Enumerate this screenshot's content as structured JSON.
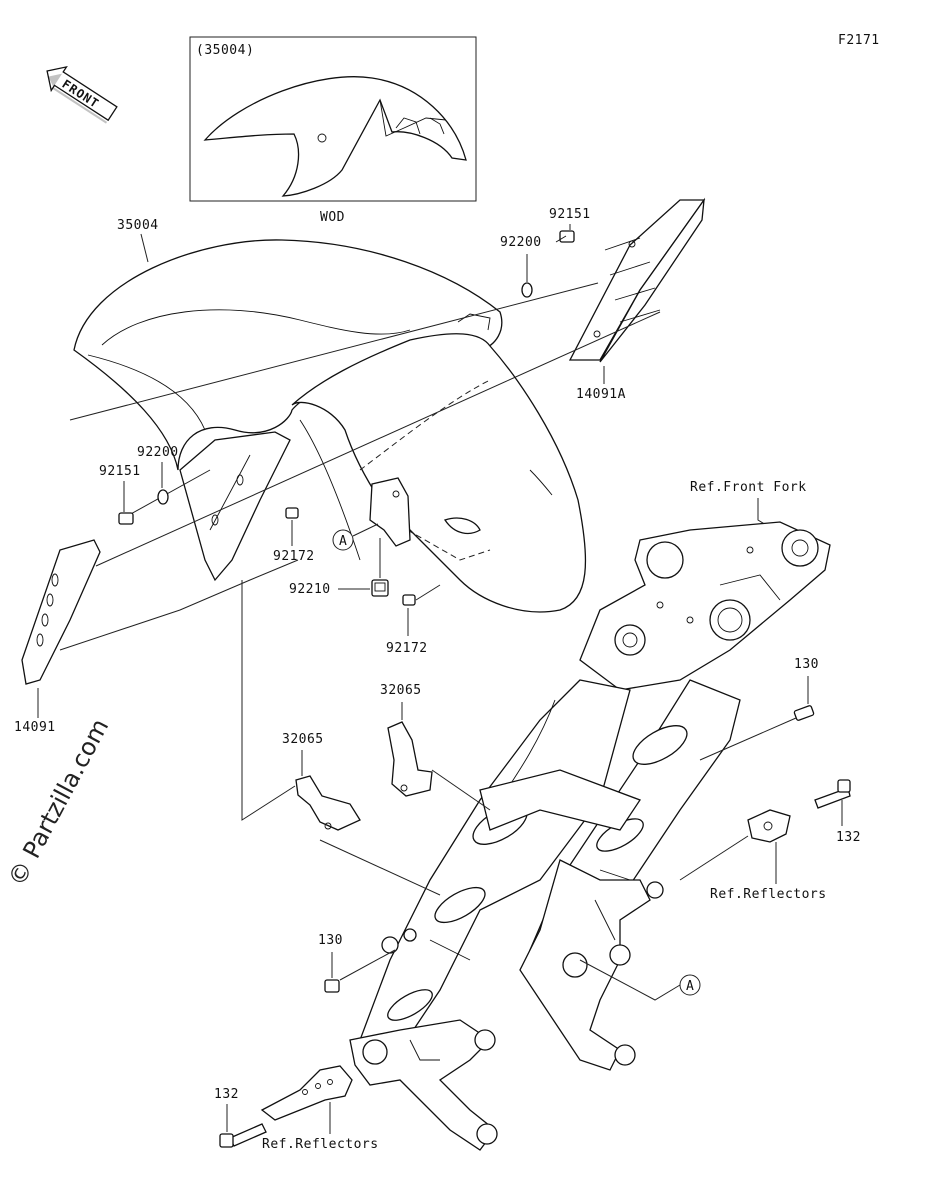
{
  "diagram_id": "F2171",
  "front_label": "FRONT",
  "watermark": "© Partzilla.com",
  "inset": {
    "part_no": "(35004)",
    "variant_label": "WOD"
  },
  "callouts": {
    "fender": "35004",
    "bolt_top": "92151",
    "washer_top": "92200",
    "cover_right": "14091A",
    "washer_left": "92200",
    "bolt_left": "92151",
    "bolt_center_left": "92172",
    "nut_plate": "92210",
    "bolt_center_lower": "92172",
    "cover_left": "14091",
    "ref_front_fork": "Ref.Front Fork",
    "bolt_fork_upper": "130",
    "bracket_upper": "32065",
    "bracket_lower": "32065",
    "bolt_reflector_right": "132",
    "ref_reflectors_right": "Ref.Reflectors",
    "bolt_fork_lower": "130",
    "bolt_reflector_left": "132",
    "ref_reflectors_left": "Ref.Reflectors",
    "marker_top": "A",
    "marker_bottom": "A"
  }
}
